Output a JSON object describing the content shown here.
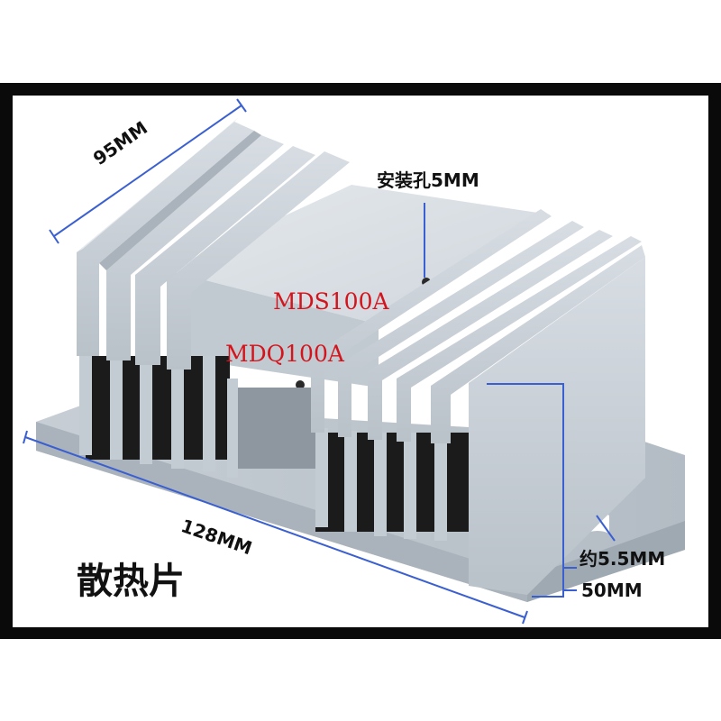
{
  "title": "散热片",
  "labels": {
    "width": "95MM",
    "length": "128MM",
    "mount_hole": "安装孔5MM",
    "model_1": "MDS100A",
    "model_2": "MDQ100A",
    "slot": "约5.5MM",
    "height": "50MM"
  },
  "colors": {
    "frame": "#0a0a0a",
    "dimension_line": "#3a5fd0",
    "model_text": "#d4141c",
    "aluminum": "#c9d1d8"
  }
}
